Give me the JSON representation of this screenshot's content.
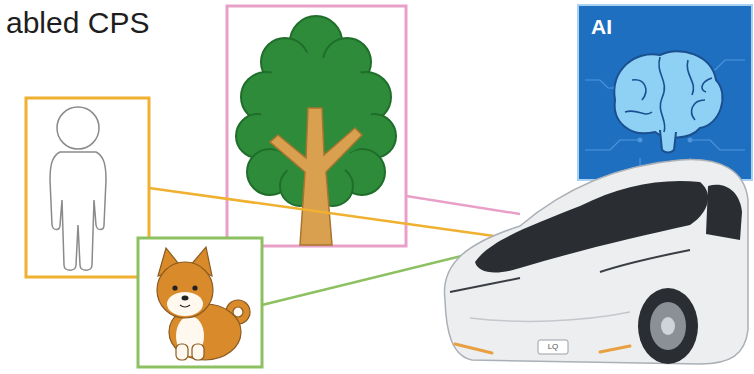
{
  "diagram": {
    "nodes": [
      {
        "text": [
          "AI"
        ]
      }
    ],
    "labels": [
      "abled CPS",
      "LQ"
    ]
  }
}
